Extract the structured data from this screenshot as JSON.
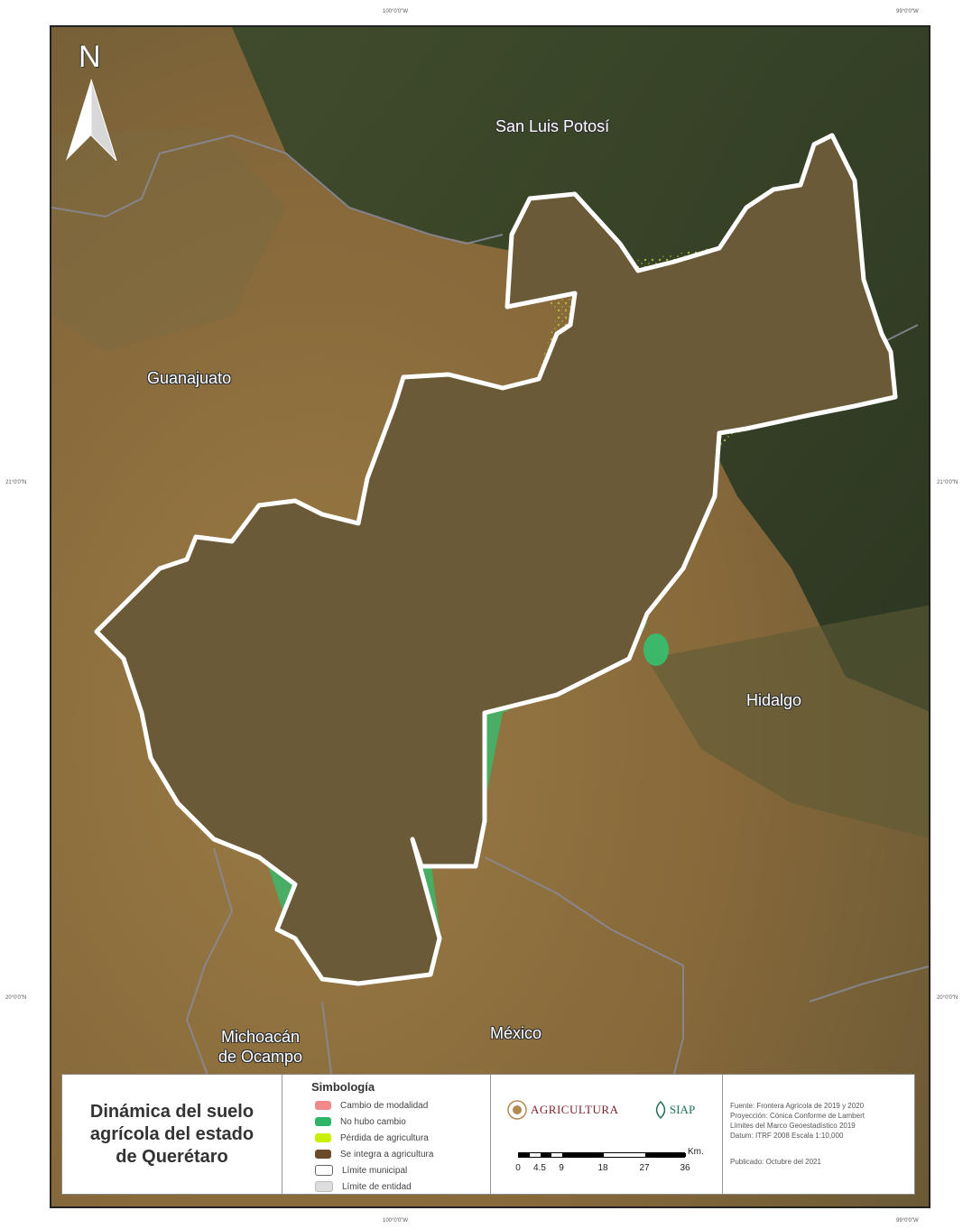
{
  "coordinates": {
    "top_left": "100°0'0\"W",
    "top_right": "99°0'0\"W",
    "left_mid": "21°0'0\"N",
    "right_mid": "21°0'0\"N",
    "left_low": "20°0'0\"N",
    "right_low": "20°0'0\"N",
    "bottom_left": "100°0'0\"W",
    "bottom_right": "99°0'0\"W"
  },
  "map": {
    "north_label": "N",
    "regions": {
      "san_luis_potosi": "San Luis Potosí",
      "guanajuato": "Guanajuato",
      "hidalgo": "Hidalgo",
      "michoacan_line1": "Michoacán",
      "michoacan_line2": "de Ocampo",
      "mexico": "México"
    },
    "colors": {
      "terrain": "#8a6a3a",
      "forest": "#2f3b22",
      "agriculture_no_change": "#3cb86a",
      "state_boundary": "#ffffff",
      "municipal_boundary": "#8a8a9a"
    }
  },
  "legend": {
    "title": "Dinámica del suelo\nagrícola del estado\nde Querétaro",
    "symbology_title": "Simbología",
    "items": [
      {
        "label": "Cambio de modalidad",
        "color": "#f08a8a"
      },
      {
        "label": "No hubo cambio",
        "color": "#2db56a"
      },
      {
        "label": "Pérdida de agricultura",
        "color": "#c8f000"
      },
      {
        "label": "Se integra a agricultura",
        "color": "#6b4a2a"
      },
      {
        "label": "Límite municipal",
        "color": "#ffffff"
      },
      {
        "label": "Límite de entidad",
        "color": "#dddddd"
      }
    ]
  },
  "logos": {
    "agricultura": "AGRICULTURA",
    "siap": "SIAP"
  },
  "scale": {
    "unit": "Km.",
    "ticks": [
      "0",
      "4.5",
      "9",
      "18",
      "27",
      "36"
    ]
  },
  "info": {
    "lines": [
      "Fuente: Frontera Agrícola de 2019 y 2020",
      "Proyección: Cónica Conforme de Lambert",
      "Límites del Marco Geoestadístico 2019",
      "Datum: ITRF 2008        Escala 1:10,000"
    ],
    "published": "Publicado: Octubre del 2021"
  }
}
